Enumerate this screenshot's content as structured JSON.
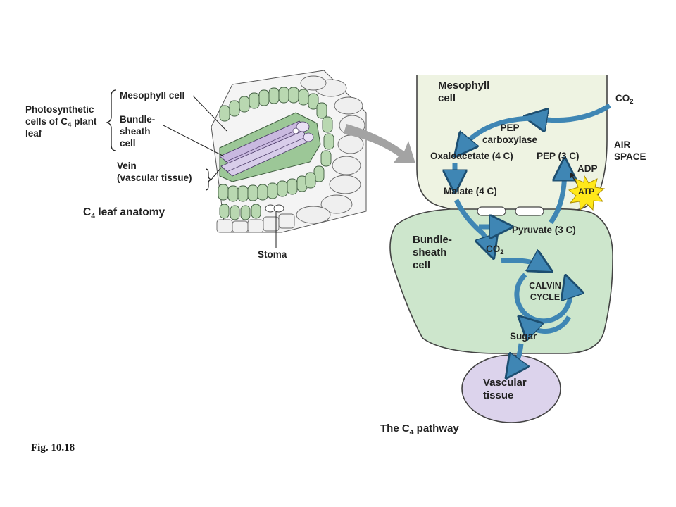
{
  "anatomy": {
    "labels": {
      "photosynthetic_line1": "Photosynthetic",
      "photosynthetic_line2_a": "cells of C",
      "photosynthetic_line2_sub": "4",
      "photosynthetic_line2_b": " plant",
      "photosynthetic_line3": "leaf",
      "mesophyll_cell": "Mesophyll cell",
      "bundle_sheath_line1": "Bundle-",
      "bundle_sheath_line2": "sheath",
      "bundle_sheath_line3": "cell",
      "vein_line1": "Vein",
      "vein_line2": "(vascular tissue)",
      "stoma": "Stoma"
    },
    "title_main": "C",
    "title_sub": "4",
    "title_rest": " leaf anatomy"
  },
  "pathway": {
    "mesophyll_line1": "Mesophyll",
    "mesophyll_line2": "cell",
    "co2_air": "CO",
    "co2_air_sub": "2",
    "air_space_line1": "AIR",
    "air_space_line2": "SPACE",
    "pep_carboxylase_line1": "PEP",
    "pep_carboxylase_line2": "carboxylase",
    "oxaloacetate": "Oxaloacetate (4 C)",
    "pep": "PEP (3 C)",
    "adp": "ADP",
    "atp": "ATP",
    "malate": "Malate (4 C)",
    "pyruvate": "Pyruvate (3 C)",
    "bundle_line1": "Bundle-",
    "bundle_line2": "sheath",
    "bundle_line3": "cell",
    "co2_bundle": "CO",
    "co2_bundle_sub": "2",
    "calvin_line1": "CALVIN",
    "calvin_line2": "CYCLE",
    "sugar": "Sugar",
    "vascular_line1": "Vascular",
    "vascular_line2": "tissue",
    "title_main": "The C",
    "title_sub": "4",
    "title_rest": " pathway"
  },
  "figure_label": "Fig. 10.18",
  "colors": {
    "mesophyll_fill": "#eef3e2",
    "bundle_fill": "#cde6cc",
    "vascular_fill": "#dcd3ec",
    "arrow_blue": "#3f86b4",
    "atp_yellow": "#ffe81a",
    "grey_arrow": "#a3a3a3",
    "outline": "#333333"
  }
}
